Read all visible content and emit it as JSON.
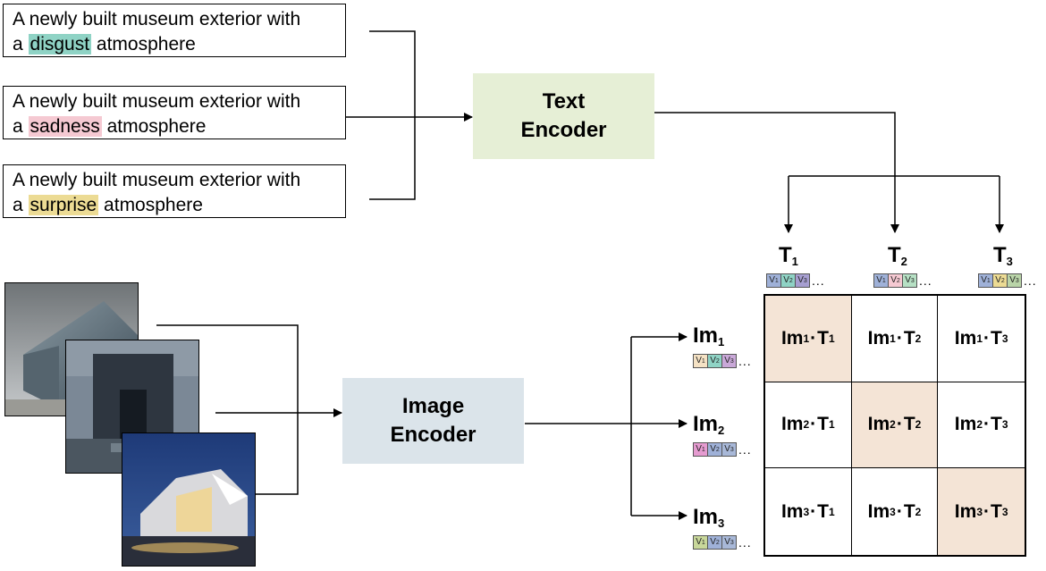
{
  "prompts": [
    {
      "line1": "A newly built museum exterior with",
      "pre": "a ",
      "emotion": "disgust",
      "post": " atmosphere",
      "highlight": "#8fd3c5"
    },
    {
      "line1": "A newly built museum exterior with",
      "pre": "a ",
      "emotion": "sadness",
      "post": " atmosphere",
      "highlight": "#f5c9d2"
    },
    {
      "line1": "A newly built museum exterior with",
      "pre": "a ",
      "emotion": "surprise",
      "post": " atmosphere",
      "highlight": "#ecdb94"
    }
  ],
  "text_encoder": {
    "line1": "Text",
    "line2": "Encoder",
    "color": "#e6efd6"
  },
  "image_encoder": {
    "line1": "Image",
    "line2": "Encoder",
    "color": "#dbe4ea"
  },
  "text_embeddings": [
    {
      "base": "T",
      "sub": "1",
      "vec": [
        {
          "label": "V1",
          "color": "#9fb1d8"
        },
        {
          "label": "V2",
          "color": "#8fd3c5"
        },
        {
          "label": "V3",
          "color": "#a69ed0"
        }
      ]
    },
    {
      "base": "T",
      "sub": "2",
      "vec": [
        {
          "label": "V1",
          "color": "#9fb1d8"
        },
        {
          "label": "V2",
          "color": "#f5c9d2"
        },
        {
          "label": "V3",
          "color": "#b6e0c4"
        }
      ]
    },
    {
      "base": "T",
      "sub": "3",
      "vec": [
        {
          "label": "V1",
          "color": "#9fb1d8"
        },
        {
          "label": "V2",
          "color": "#ecdb94"
        },
        {
          "label": "V3",
          "color": "#b9d4a8"
        }
      ]
    }
  ],
  "image_embeddings": [
    {
      "base": "Im",
      "sub": "1",
      "vec": [
        {
          "label": "V1",
          "color": "#f5e2c4"
        },
        {
          "label": "V2",
          "color": "#8fd3c5"
        },
        {
          "label": "V3",
          "color": "#c9a8d8"
        }
      ]
    },
    {
      "base": "Im",
      "sub": "2",
      "vec": [
        {
          "label": "V1",
          "color": "#e59bd0"
        },
        {
          "label": "V2",
          "color": "#9fb1d8"
        },
        {
          "label": "V3",
          "color": "#a8b8d8"
        }
      ]
    },
    {
      "base": "Im",
      "sub": "3",
      "vec": [
        {
          "label": "V1",
          "color": "#c8d79a"
        },
        {
          "label": "V2",
          "color": "#9fb1d8"
        },
        {
          "label": "V3",
          "color": "#a8b8d8"
        }
      ]
    }
  ],
  "vector_ellipsis": "...",
  "diagonal_color": "#f4e4d6",
  "similarity_matrix": [
    [
      {
        "a": "Im",
        "as": "1",
        "b": "T",
        "bs": "1"
      },
      {
        "a": "Im",
        "as": "1",
        "b": "T",
        "bs": "2"
      },
      {
        "a": "Im",
        "as": "1",
        "b": "T",
        "bs": "3"
      }
    ],
    [
      {
        "a": "Im",
        "as": "2",
        "b": "T",
        "bs": "1"
      },
      {
        "a": "Im",
        "as": "2",
        "b": "T",
        "bs": "2"
      },
      {
        "a": "Im",
        "as": "2",
        "b": "T",
        "bs": "3"
      }
    ],
    [
      {
        "a": "Im",
        "as": "3",
        "b": "T",
        "bs": "1"
      },
      {
        "a": "Im",
        "as": "3",
        "b": "T",
        "bs": "2"
      },
      {
        "a": "Im",
        "as": "3",
        "b": "T",
        "bs": "3"
      }
    ]
  ],
  "dot_operator": "·"
}
